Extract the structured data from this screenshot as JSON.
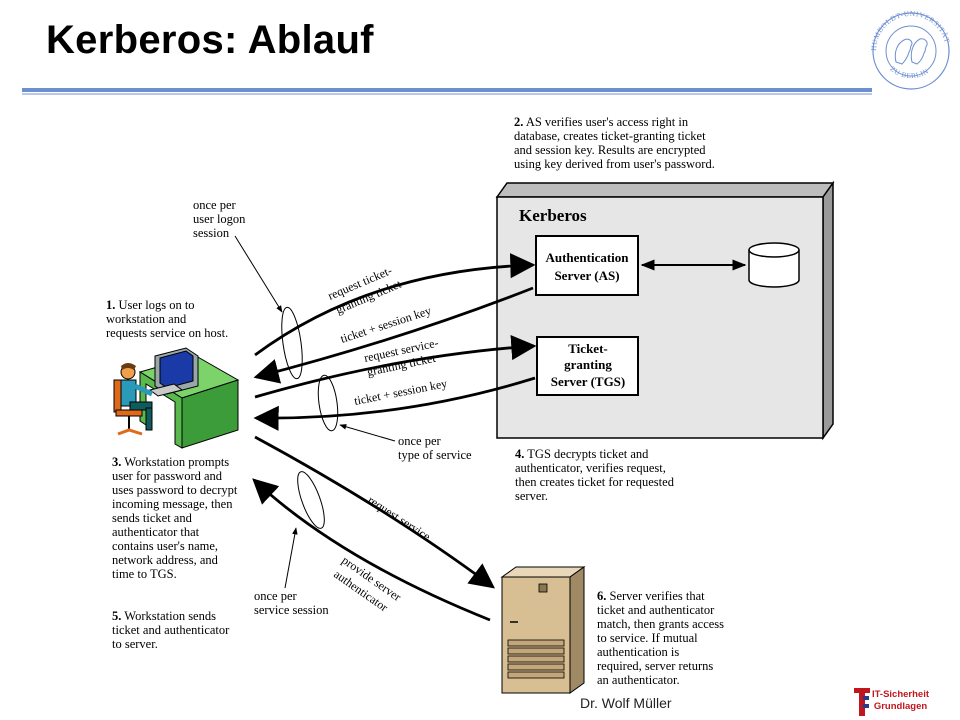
{
  "slide": {
    "title": "Kerberos: Ablauf",
    "footer": "Dr. Wolf Müller",
    "brand_line1": "IT-Sicherheit",
    "brand_line2": "Grundlagen",
    "seal_top_text": "HUMBOLDT-UNIVERSITÄT",
    "seal_bottom_text": "ZU BERLIN",
    "accent_color": "#6d8fd0",
    "brand_color": "#c0161e"
  },
  "diagram": {
    "kerberos_label": "Kerberos",
    "as_label": [
      "Authentication",
      "Server (AS)"
    ],
    "tgs_label": [
      "Ticket-",
      "granting",
      "Server (TGS)"
    ],
    "step1": {
      "num": "1.",
      "lines": [
        "User logs on to",
        "workstation and",
        "requests service on host."
      ]
    },
    "step2": {
      "num": "2.",
      "lines": [
        "AS verifies user's access right in",
        "database, creates ticket-granting ticket",
        "and session key. Results are encrypted",
        "using key derived from user's password."
      ]
    },
    "step3": {
      "num": "3.",
      "lines": [
        "Workstation prompts",
        "user for password and",
        "uses password to decrypt",
        "incoming message, then",
        "sends ticket and",
        "authenticator that",
        "contains user's name,",
        "network address, and",
        "time to TGS."
      ]
    },
    "step4": {
      "num": "4.",
      "lines": [
        "TGS decrypts ticket and",
        "authenticator, verifies request,",
        "then creates ticket for requested",
        "server."
      ]
    },
    "step5": {
      "num": "5.",
      "lines": [
        "Workstation sends",
        "ticket and authenticator",
        "to server."
      ]
    },
    "step6": {
      "num": "6.",
      "lines": [
        "Server verifies that",
        "ticket and authenticator",
        "match, then grants access",
        "to service. If mutual",
        "authentication is",
        "required, server returns",
        "an authenticator."
      ]
    },
    "once_logon": [
      "once per",
      "user logon",
      "session"
    ],
    "once_service_type": [
      "once per",
      "type of service"
    ],
    "once_service_session": [
      "once per",
      "service session"
    ],
    "arrow_labels": {
      "request_tgt": [
        "request ticket-",
        "granting ticket"
      ],
      "ticket_session_1": "ticket + session key",
      "request_sgt": [
        "request service-",
        "granting ticket"
      ],
      "ticket_session_2": "ticket + session key",
      "request_service": "request service",
      "provide_auth": [
        "provide server",
        "authenticator"
      ]
    }
  }
}
